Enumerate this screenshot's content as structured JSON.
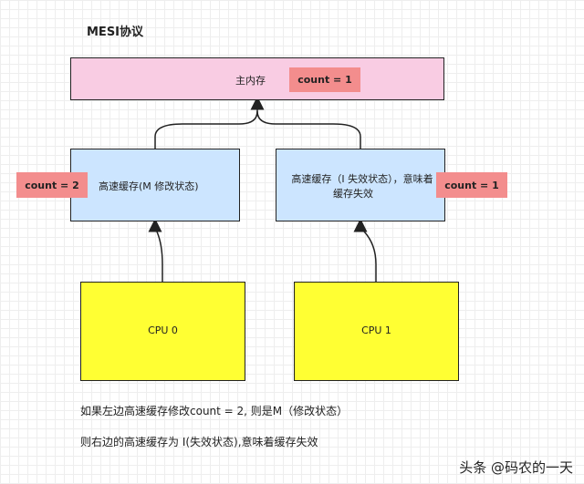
{
  "title": "MESI协议",
  "main_memory": {
    "label": "主内存",
    "count": "count = 1"
  },
  "cache_left": {
    "label": "高速缓存(M 修改状态)",
    "count": "count = 2"
  },
  "cache_right": {
    "label_line1": "高速缓存（I 失效状态），意味着",
    "label_line2": "缓存失效",
    "count": "count = 1"
  },
  "cpu_left": {
    "label": "CPU 0"
  },
  "cpu_right": {
    "label": "CPU 1"
  },
  "notes": {
    "line1": "如果左边高速缓存修改count = 2, 则是M（修改状态）",
    "line2": "则右边的高速缓存为 I(失效状态),意味着缓存失效"
  },
  "watermark": "头条 @码农的一天",
  "colors": {
    "main_memory": "#f9cce3",
    "cache": "#cce5ff",
    "cpu": "#ffff33",
    "count_badge": "#f38d8d"
  }
}
